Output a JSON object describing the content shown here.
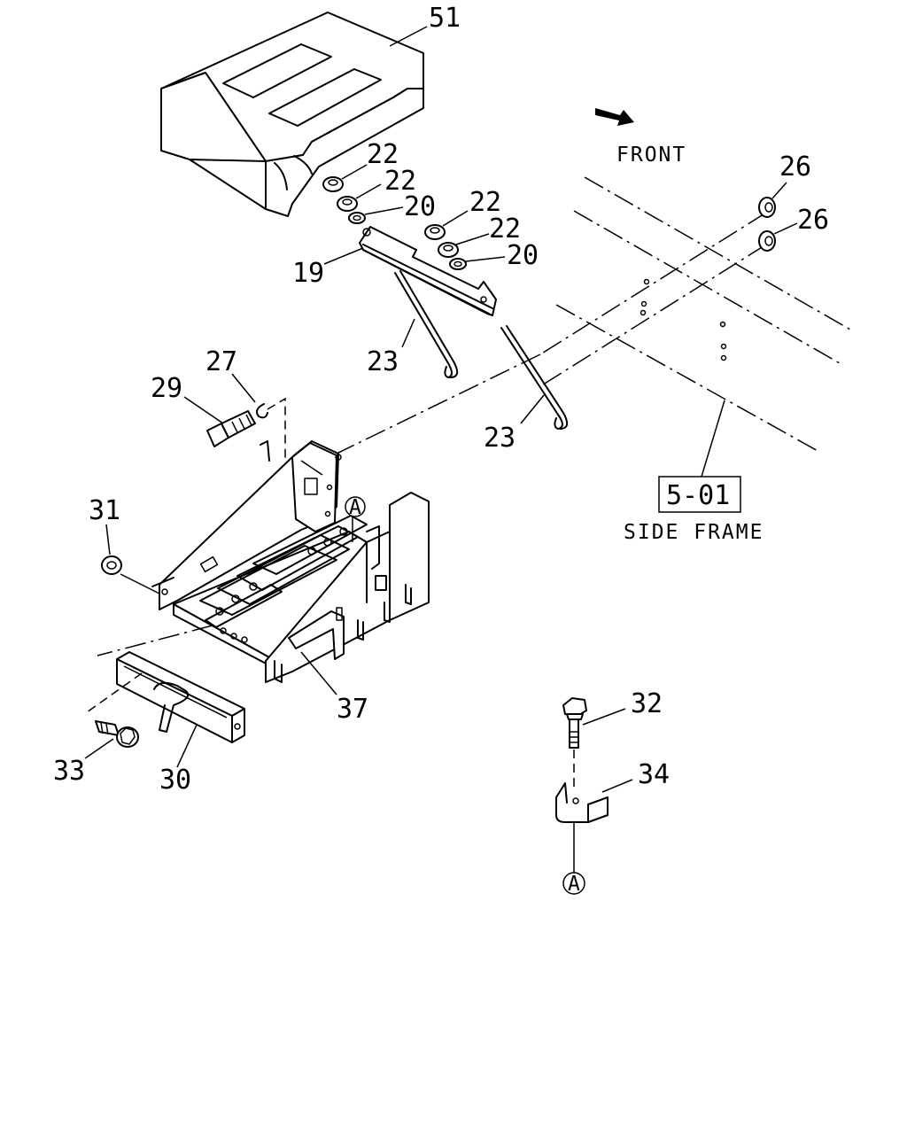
{
  "labels": {
    "p51": "51",
    "p22a": "22",
    "p22b": "22",
    "p20a": "20",
    "p22c": "22",
    "p22d": "22",
    "p20b": "20",
    "p19": "19",
    "p23a": "23",
    "p23b": "23",
    "p26a": "26",
    "p26b": "26",
    "p27": "27",
    "p29": "29",
    "p31": "31",
    "p37": "37",
    "p33": "33",
    "p30": "30",
    "p32": "32",
    "p34": "34"
  },
  "front_label": "FRONT",
  "ref_box": "5-01",
  "ref_caption": "SIDE FRAME",
  "markers": {
    "a1": "A",
    "a2": "A"
  }
}
